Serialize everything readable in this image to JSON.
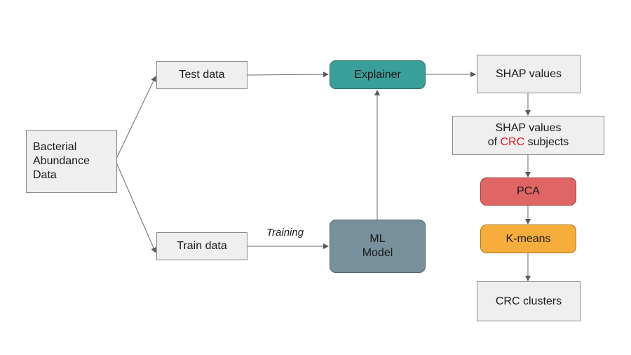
{
  "nodes": {
    "bacterial": {
      "line1": "Bacterial",
      "line2": "Abundance",
      "line3": "Data"
    },
    "test_data": "Test data",
    "train_data": "Train data",
    "explainer": "Explainer",
    "ml_model": {
      "line1": "ML",
      "line2": "Model"
    },
    "shap_values": "SHAP values",
    "shap_crc": {
      "line1": "SHAP values",
      "line2_prefix": "of ",
      "line2_highlight": "CRC",
      "line2_suffix": " subjects"
    },
    "pca": "PCA",
    "kmeans": "K-means",
    "crc_clusters": "CRC clusters"
  },
  "edge_labels": {
    "training": "Training"
  },
  "colors": {
    "explainer": "#3a9e9a",
    "ml_model": "#788f9c",
    "pca": "#e06666",
    "kmeans": "#f6ad3c",
    "box_grey": "#efefef",
    "highlight_red": "#e01b1b"
  }
}
